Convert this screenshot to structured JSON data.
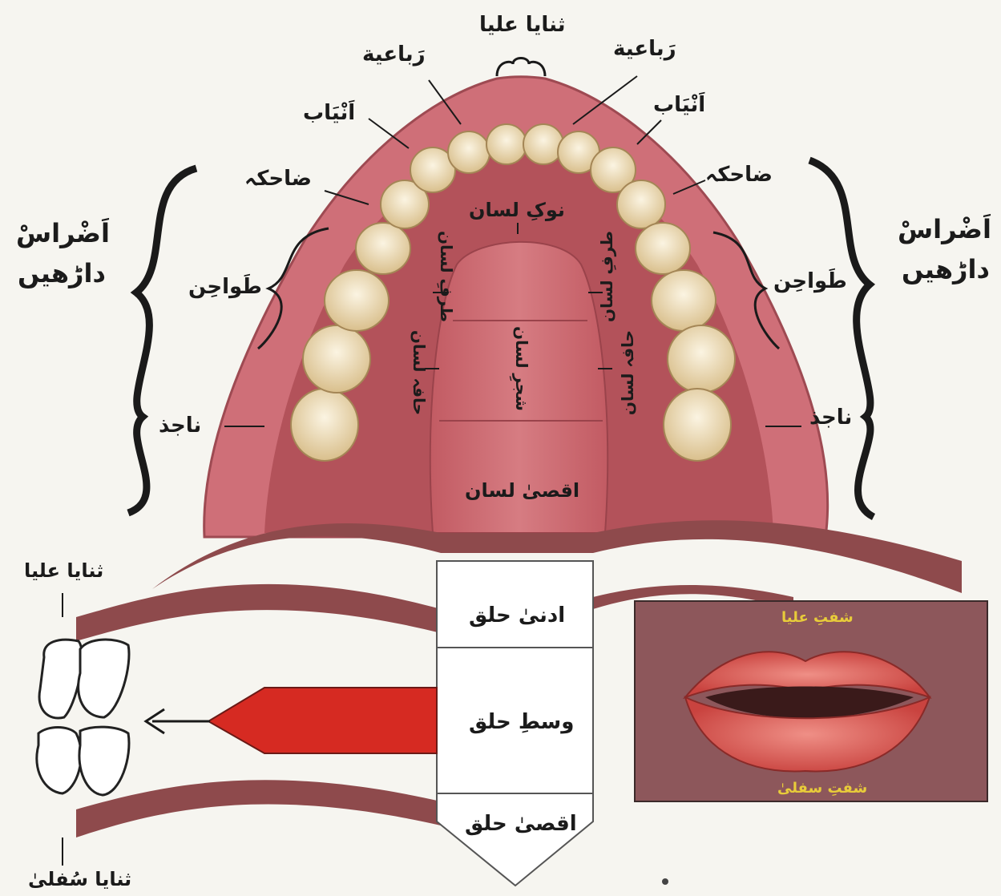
{
  "labels": {
    "upper_central_incisors": "ثنایا علیا",
    "lateral_incisor": "رَباعية",
    "canine": "اَنْيَاب",
    "premolar": "ضاحکہ",
    "molars_group": "اَضْراسْ",
    "molars_urdu": "داڑھیں",
    "grinding_molars": "طَواحِن",
    "wisdom_tooth": "ناجذ",
    "tongue_tip": "نوکِ لسان",
    "tongue_edge": "طرفِ لسان",
    "tongue_side": "حافہ لسان",
    "tongue_middle": "شجرِ لسان",
    "tongue_back": "اقصیٰ لسان",
    "throat_top": "ادنیٰ حلق",
    "throat_middle": "وسطِ حلق",
    "throat_bottom": "اقصیٰ حلق",
    "lower_central_incisors": "ثنایا سُفلیٰ",
    "upper_lip": "شفتِ علیا",
    "lower_lip": "شفتِ سفلیٰ"
  },
  "colors": {
    "gum": "#cf6f78",
    "mouth_interior": "#a8474f",
    "tongue": "#c96b72",
    "teeth": "#f3e6c6",
    "throat_band": "#8e4a4c",
    "arrow_red": "#d62a22",
    "lips_panel": "#8d575b",
    "lips": "#d9534e"
  }
}
